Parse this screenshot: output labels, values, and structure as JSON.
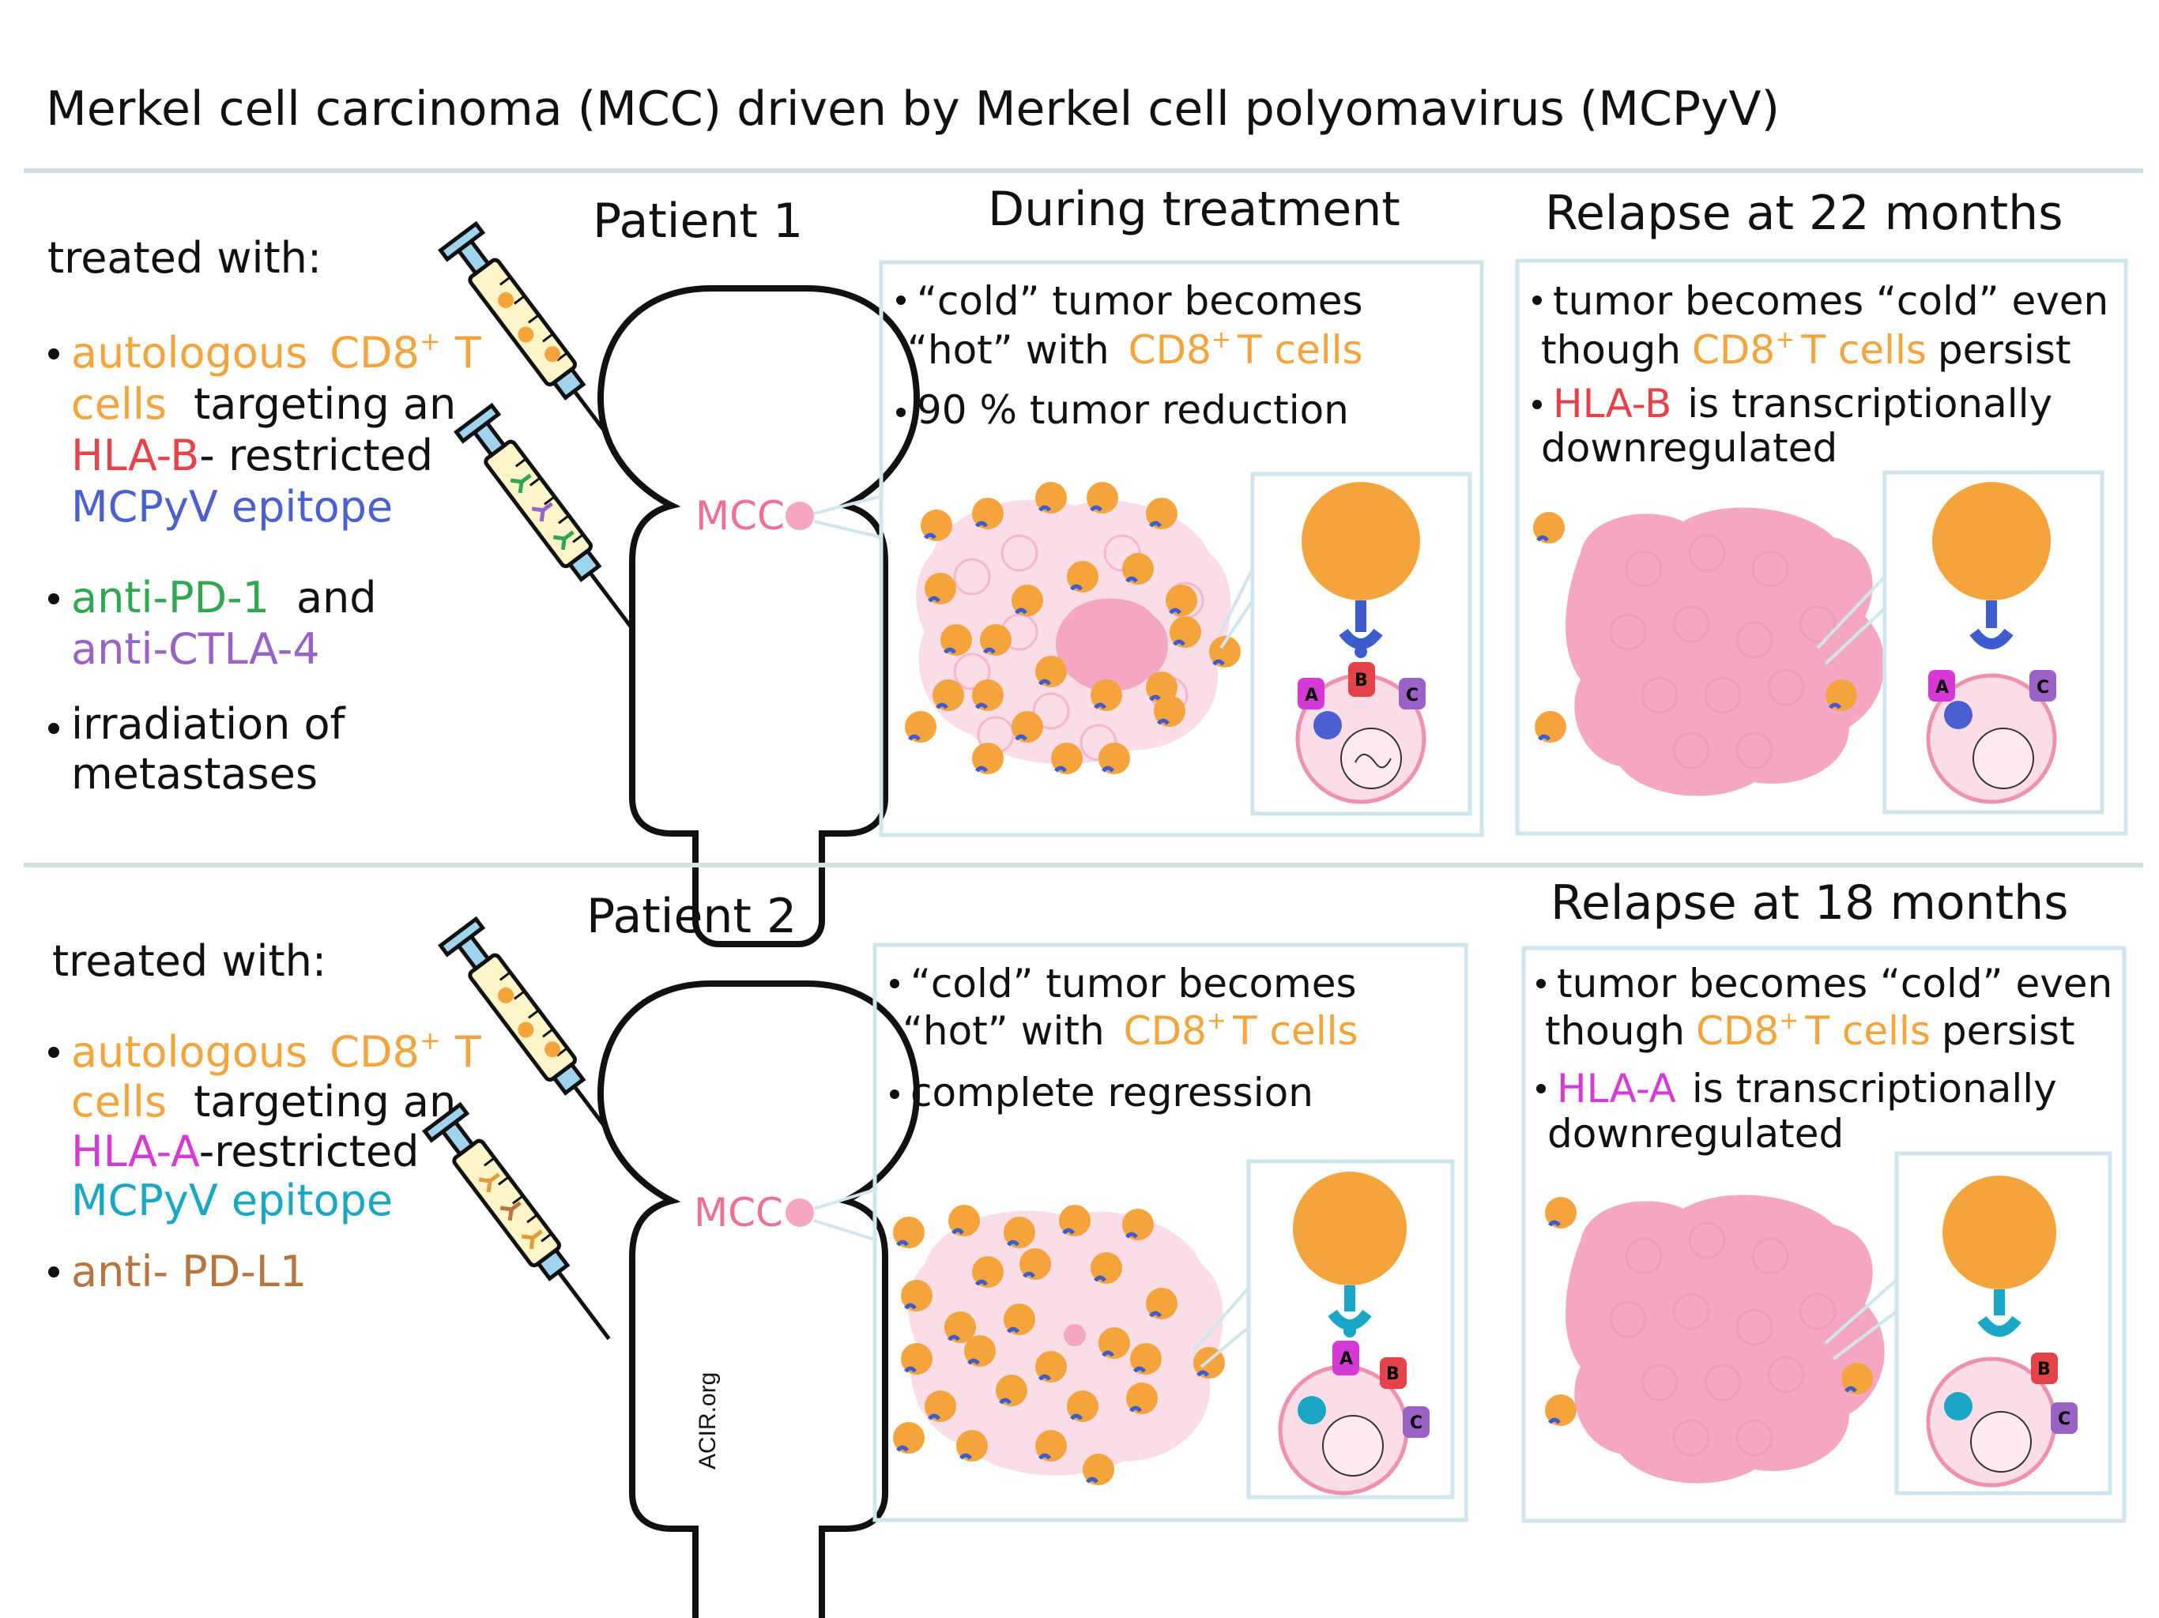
{
  "title": "Merkel cell carcinoma (MCC) driven by Merkel cell polyomavirus (MCPyV)",
  "watermark": "ACIR.org",
  "colors": {
    "tcell": "#f5a33b",
    "tumor": "#f4a6c3",
    "tumor_light": "#fbdde8",
    "receptor": "#3c5ccf",
    "panel_border": "#cfe6ef",
    "hla_a": "#d63ad6",
    "hla_b": "#e5434a",
    "hla_c": "#9a62c7"
  },
  "patient1": {
    "label": "Patient 1",
    "treated_with": "treated with:",
    "bullet1_line1_a": "autologous",
    "bullet1_line1_b": "CD8",
    "bullet1_sup": "+",
    "bullet1_line1_c": "T",
    "bullet1_line2_a": "cells",
    "bullet1_line2_b": "targeting an",
    "bullet1_line3_a": "HLA-B",
    "bullet1_line3_b": "- restricted",
    "bullet1_line4": "MCPyV epitope",
    "bullet2_line1_a": "anti-PD-1",
    "bullet2_line1_b": "and",
    "bullet2_line2": "anti-CTLA-4",
    "bullet3_line1": "irradiation of",
    "bullet3_line2": "metastases",
    "tumor_label": "MCC",
    "during": {
      "heading": "During treatment",
      "line1": "“cold” tumor becomes",
      "line2_a": "“hot” with",
      "line2_b": "CD8",
      "line2_sup": "+",
      "line2_c": "T cells",
      "line3": "90 % tumor reduction"
    },
    "relapse": {
      "heading": "Relapse at 22 months",
      "line1": "tumor becomes “cold” even",
      "line2_a": "though",
      "line2_b": "CD8",
      "line2_sup": "+",
      "line2_c": "T cells",
      "line2_d": "persist",
      "line3_a": "HLA-B",
      "line3_b": "is transcriptionally",
      "line4": "downregulated"
    }
  },
  "patient2": {
    "label": "Patient 2",
    "treated_with": "treated with:",
    "bullet1_line1_a": "autologous",
    "bullet1_line1_b": "CD8",
    "bullet1_sup": "+",
    "bullet1_line1_c": "T",
    "bullet1_line2_a": "cells",
    "bullet1_line2_b": "targeting an",
    "bullet1_line3_a": "HLA-A",
    "bullet1_line3_b": "-restricted",
    "bullet1_line4": "MCPyV epitope",
    "bullet2_line1": "anti- PD-L1",
    "tumor_label": "MCC",
    "during": {
      "line1": "“cold” tumor becomes",
      "line2_a": "“hot” with",
      "line2_b": "CD8",
      "line2_sup": "+",
      "line2_c": "T cells",
      "line3": "complete regression"
    },
    "relapse": {
      "heading": "Relapse at 18 months",
      "line1": "tumor becomes “cold” even",
      "line2_a": "though",
      "line2_b": "CD8",
      "line2_sup": "+",
      "line2_c": "T cells",
      "line2_d": "persist",
      "line3_a": "HLA-A",
      "line3_b": "is transcriptionally",
      "line4": "downregulated"
    }
  },
  "hla_labels": {
    "a": "A",
    "b": "B",
    "c": "C"
  }
}
